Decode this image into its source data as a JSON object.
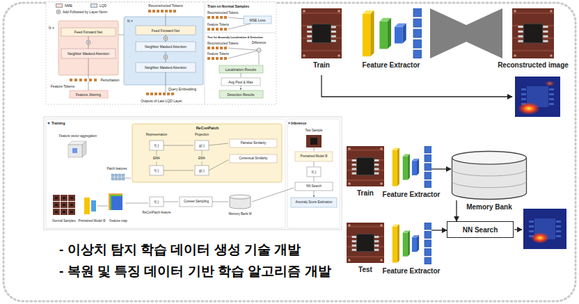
{
  "diagram": {
    "nodes": [
      {
        "text": [
          "Train"
        ]
      },
      {
        "text": [
          "Feature Extractor"
        ]
      },
      {
        "text": [
          "Reconstructed image"
        ]
      },
      {
        "text": [
          "Train"
        ]
      },
      {
        "text": [
          "Feature Extractor"
        ]
      },
      {
        "text": [
          "Memory Bank"
        ]
      },
      {
        "text": [
          "Test"
        ]
      },
      {
        "text": [
          "Feature Extractor"
        ]
      },
      {
        "text": [
          "NN Search"
        ]
      }
    ],
    "edges": [
      {
        "from": 4,
        "to": 5,
        "arrow": "to"
      },
      {
        "from": 7,
        "to": 8,
        "arrow": "to"
      },
      {
        "from": 5,
        "to": 8,
        "arrow": "to"
      }
    ],
    "labels": [
      "N ×",
      "Feed Forward Net",
      "Neighbor Masked Attention",
      "Reconstructed Tokens",
      "N ×",
      "Feed Forward Net",
      "Neighbor Masked Attention",
      "Neighbor Masked Attention",
      "Feature Tokens",
      "Perturbation",
      "Feature Jittering",
      "Query Embedding",
      "Outputs of Last LQD Layer",
      "Train on Normal Samples",
      "Reconstructed Tokens",
      "MSE Loss",
      "Feature Tokens",
      "Test for Anomaly Localization & Detection",
      "Reconstructed Tokens",
      "Difference",
      "Feature Tokens",
      "Localization Results",
      "Avg Pool & Max",
      "Detection Results",
      "Training",
      "Feature vector aggregation",
      "Normal Samples",
      "Pretrained Model Φ",
      "Feature map",
      "Patch features",
      "ReConPatch",
      "Representation",
      "Projection",
      "f(·)",
      "g(·)",
      "EMA",
      "EMA",
      "f(·)",
      "g(·)",
      "Pairwise Similarity",
      "Contextual Similarity",
      "f(·)",
      "ReConPatch feature",
      "Coreset Sampling",
      "Memory Bank M",
      "Inference",
      "Test Sample",
      "Pretrained Model Φ",
      "f(·)",
      "NN Search",
      "Anomaly Score Estimation",
      "- 이상치 탐지 학습 데이터 생성 기술 개발",
      "- 복원 및 특징 데이터 기반 학습 알고리즘 개발"
    ],
    "legend": [
      {
        "text": "NME",
        "color": "#fbe1d8"
      },
      {
        "text": "LQD",
        "color": "#d9e8f6"
      },
      {
        "text": "Add Followed by Layer Norm"
      }
    ]
  }
}
